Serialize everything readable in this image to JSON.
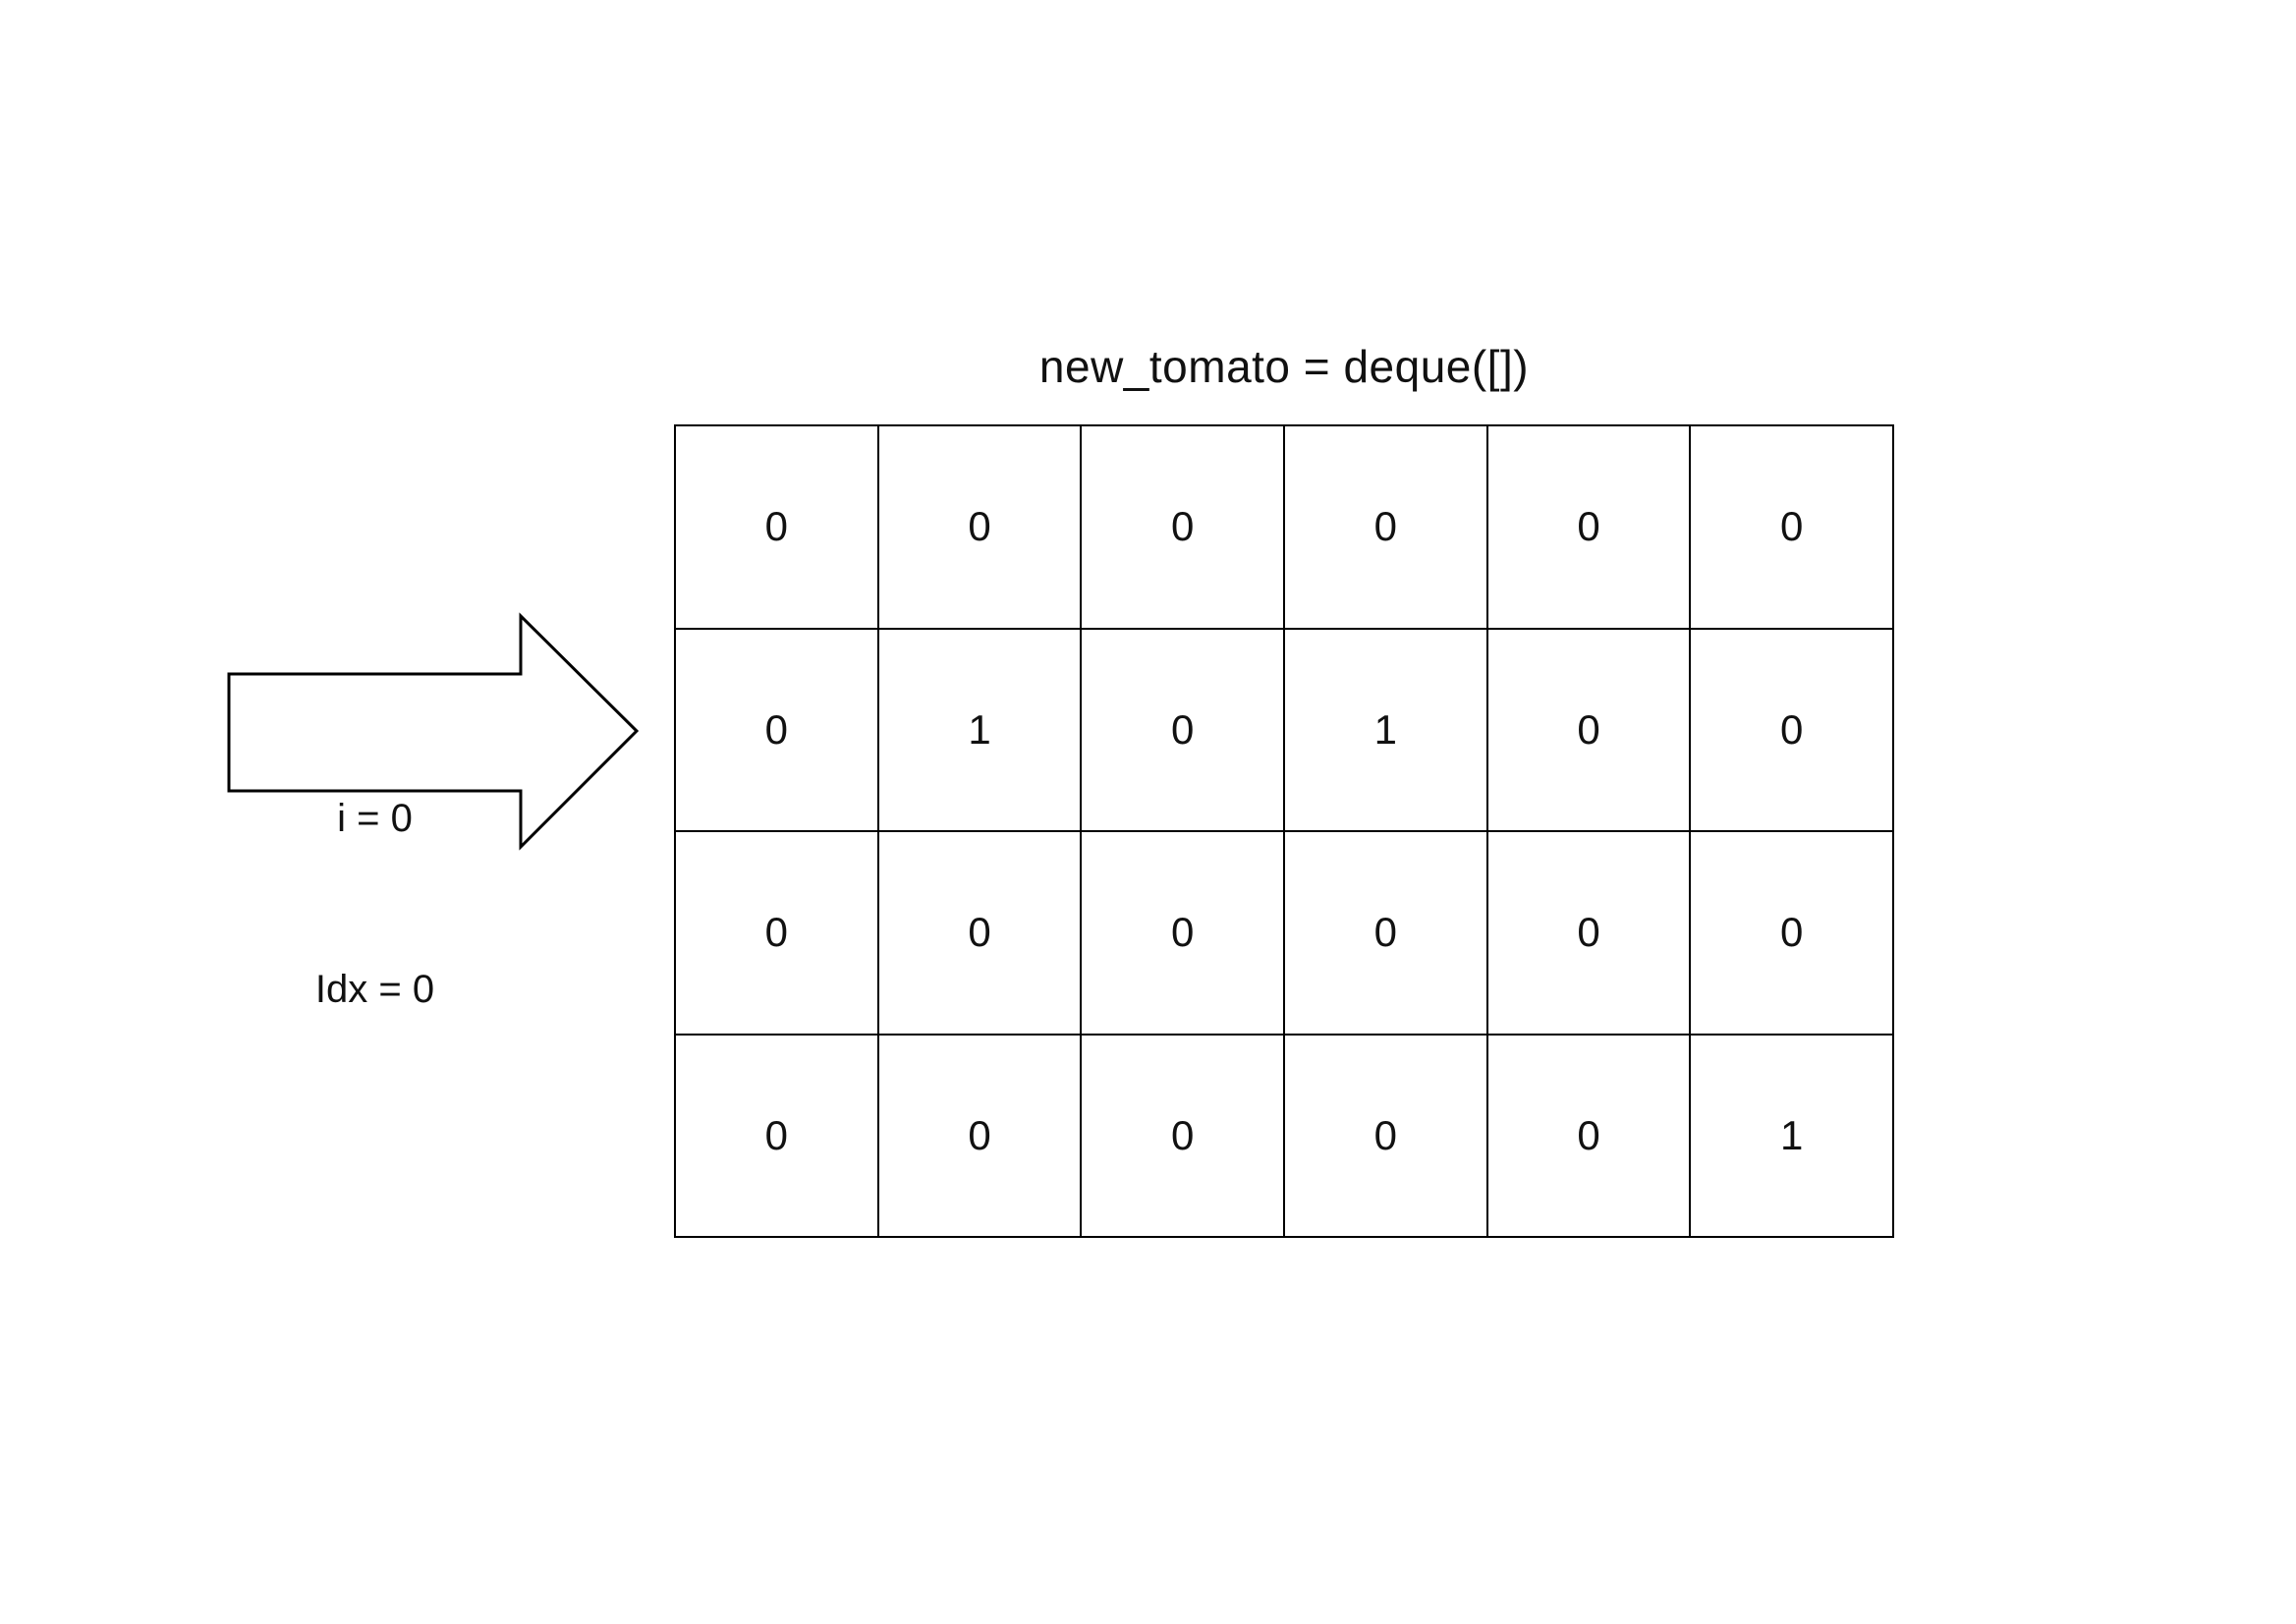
{
  "title": "new_tomato = deque([])",
  "arrow": {
    "line1": "i = 0",
    "line2": "Idx = 0"
  },
  "grid": {
    "rows": [
      [
        "0",
        "0",
        "0",
        "0",
        "0",
        "0"
      ],
      [
        "0",
        "1",
        "0",
        "1",
        "0",
        "0"
      ],
      [
        "0",
        "0",
        "0",
        "0",
        "0",
        "0"
      ],
      [
        "0",
        "0",
        "0",
        "0",
        "0",
        "1"
      ]
    ]
  },
  "colors": {
    "background": "#ffffff",
    "line": "#000000",
    "text": "#111111"
  }
}
